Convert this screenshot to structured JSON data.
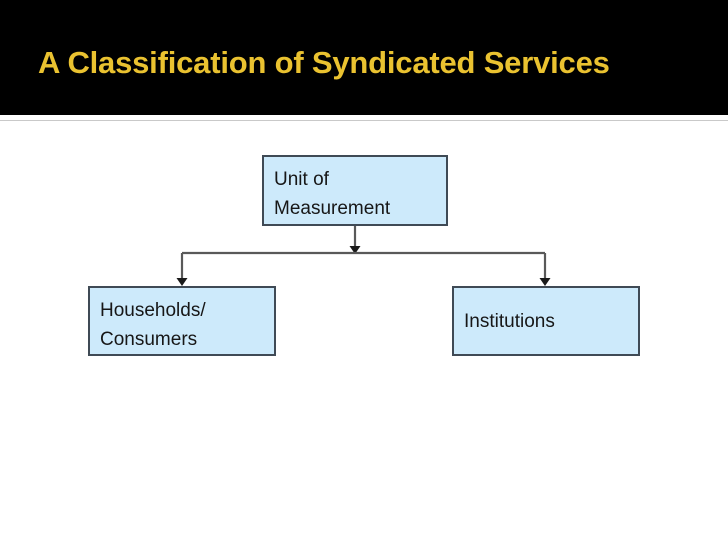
{
  "slide": {
    "title": "A Classification of Syndicated Services",
    "background_color": "#ffffff",
    "title_band_color": "#000000",
    "title_text_color": "#eac230",
    "divider_color": "#c9c9c9"
  },
  "diagram": {
    "type": "hierarchy",
    "node_fill_color": "#cdeafb",
    "node_border_color": "#3f4a55",
    "connector_color": "#595959",
    "nodes": [
      {
        "id": "root",
        "label": "Unit of\nMeasurement",
        "level": 0
      },
      {
        "id": "households",
        "label": "Households/\nConsumers",
        "level": 1
      },
      {
        "id": "institutions",
        "label": "Institutions",
        "level": 1
      }
    ],
    "edges": [
      {
        "from": "root",
        "to": "households"
      },
      {
        "from": "root",
        "to": "institutions"
      }
    ]
  }
}
